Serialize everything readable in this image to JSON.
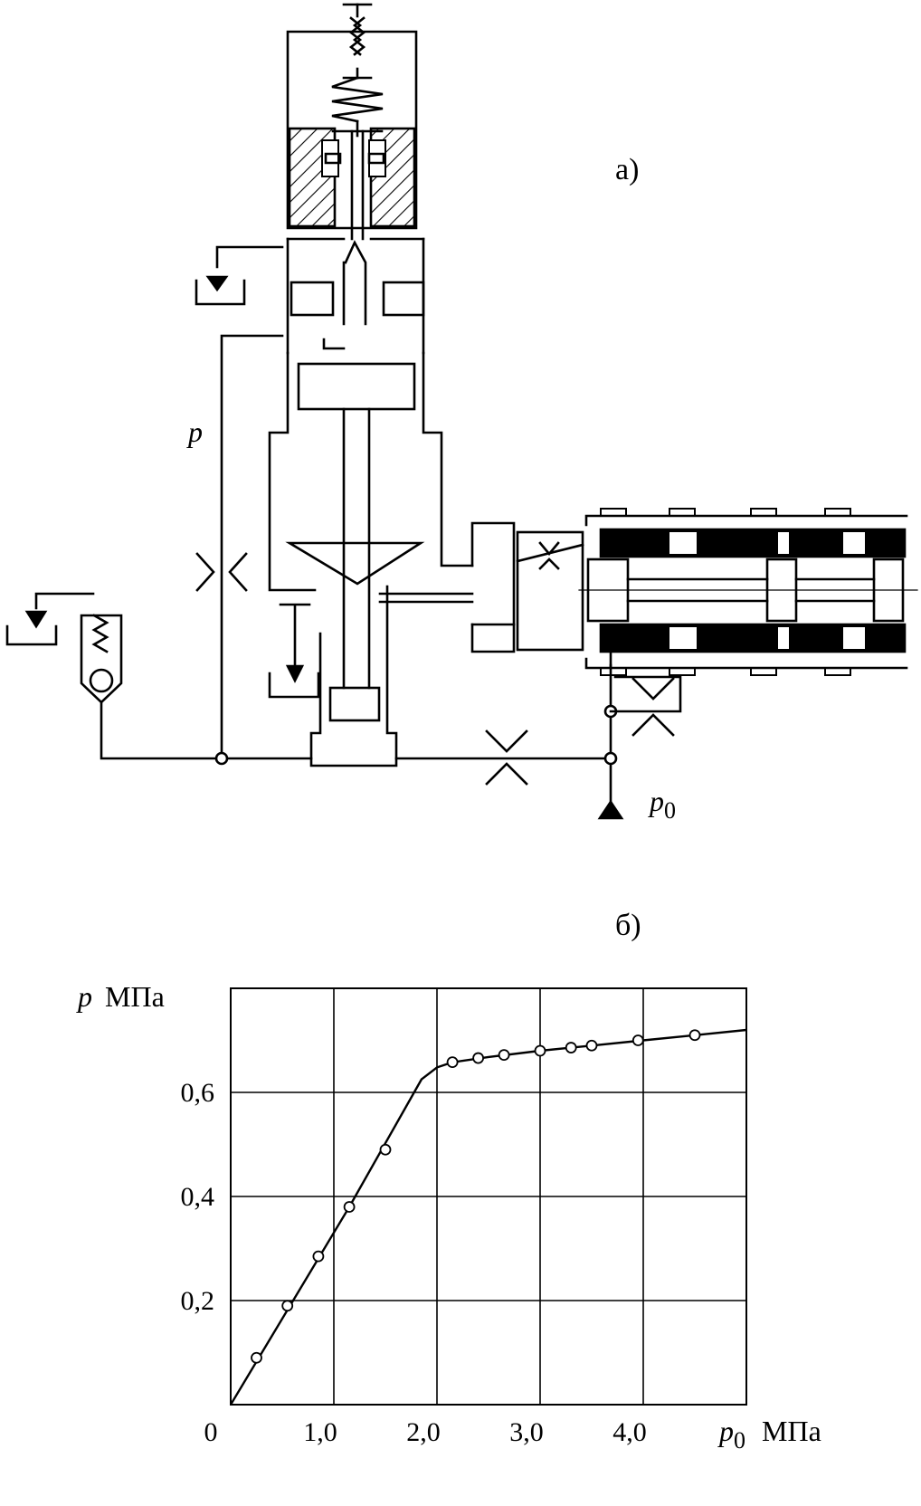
{
  "panel_a": {
    "label": "а)",
    "pressure_label": "p",
    "supply_label_main": "p",
    "supply_label_sub": "0"
  },
  "panel_b": {
    "label": "б)"
  },
  "chart_data": {
    "type": "line",
    "title": "",
    "ylabel_main": "p",
    "ylabel_unit": "МПа",
    "xlabel_main": "p",
    "xlabel_sub": "0",
    "xlabel_unit": "МПа",
    "xlim": [
      0,
      5
    ],
    "ylim": [
      0,
      0.8
    ],
    "grid": true,
    "x_ticks": [
      {
        "v": 0,
        "label": "0"
      },
      {
        "v": 1,
        "label": "1,0"
      },
      {
        "v": 2,
        "label": "2,0"
      },
      {
        "v": 3,
        "label": "3,0"
      },
      {
        "v": 4,
        "label": "4,0"
      }
    ],
    "y_ticks": [
      {
        "v": 0.2,
        "label": "0,2"
      },
      {
        "v": 0.4,
        "label": "0,4"
      },
      {
        "v": 0.6,
        "label": "0,6"
      }
    ],
    "curve": {
      "x": [
        0,
        1.15,
        1.85,
        2.0,
        2.15,
        2.5,
        3.0,
        3.5,
        4.0,
        4.5,
        5.0
      ],
      "y": [
        0,
        0.38,
        0.625,
        0.648,
        0.658,
        0.668,
        0.68,
        0.69,
        0.7,
        0.71,
        0.72
      ]
    },
    "points": {
      "x": [
        0.25,
        0.55,
        0.85,
        1.15,
        1.5,
        2.15,
        2.4,
        2.65,
        3.0,
        3.3,
        3.5,
        3.95,
        4.5
      ],
      "y": [
        0.09,
        0.19,
        0.285,
        0.38,
        0.49,
        0.658,
        0.666,
        0.672,
        0.68,
        0.686,
        0.69,
        0.7,
        0.71
      ]
    }
  }
}
